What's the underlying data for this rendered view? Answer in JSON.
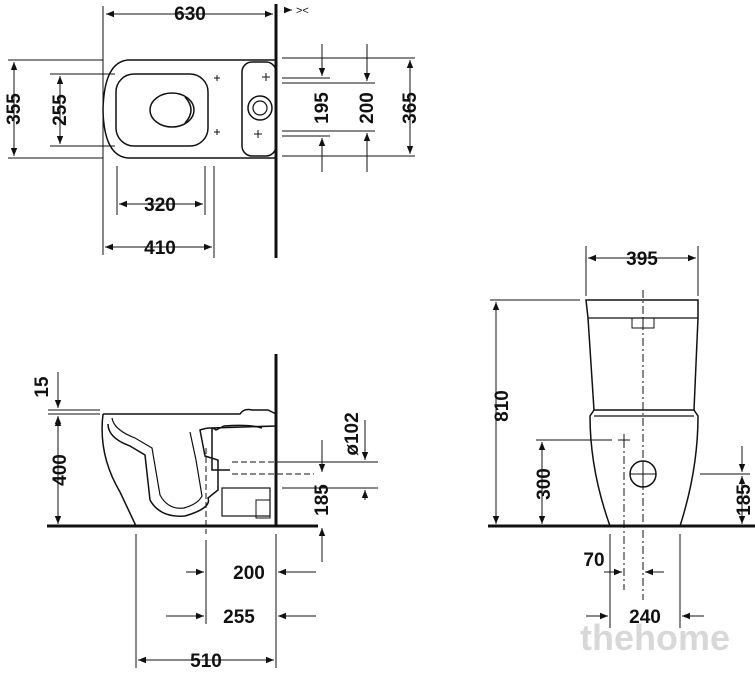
{
  "top_view": {
    "dimensions": {
      "total_length": "630",
      "width_outer": "355",
      "width_inner": "255",
      "bowl_depth": "320",
      "bowl_length": "410",
      "fix_spacing_a": "195",
      "fix_spacing_b": "200",
      "tank_width": "365"
    },
    "corner_mark": "><"
  },
  "side_view": {
    "dimensions": {
      "rim_offset": "15",
      "height": "400",
      "outlet_diameter": "ø102",
      "outlet_height": "185",
      "outlet_distance_a": "200",
      "outlet_distance_b": "255",
      "total_depth": "510"
    }
  },
  "front_view": {
    "dimensions": {
      "tank_width": "395",
      "total_height": "810",
      "inlet_height": "300",
      "outlet_height": "185",
      "offset": "70",
      "foot_width": "240"
    }
  },
  "watermark": "thehome",
  "colors": {
    "line": "#111111",
    "watermark": "#d8d8d8"
  }
}
